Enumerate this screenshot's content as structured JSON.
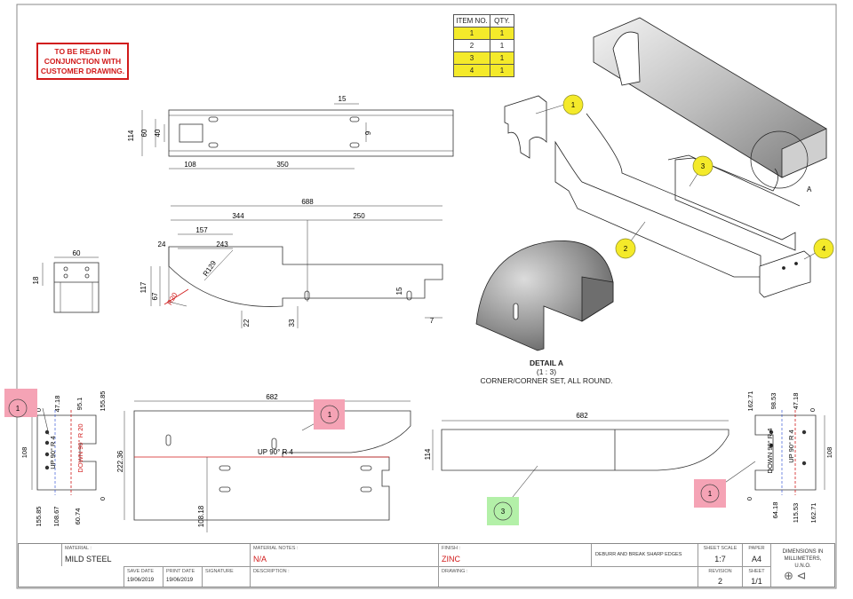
{
  "note": [
    "TO BE READ IN",
    "CONJUNCTION WITH",
    "CUSTOMER DRAWING."
  ],
  "bom": {
    "headers": [
      "ITEM NO.",
      "QTY."
    ],
    "rows": [
      [
        "1",
        "1"
      ],
      [
        "2",
        "1"
      ],
      [
        "3",
        "1"
      ],
      [
        "4",
        "1"
      ]
    ]
  },
  "balloons": {
    "b1": "1",
    "b2": "2",
    "b3": "3",
    "b4": "4"
  },
  "top_view": {
    "d114": "114",
    "d60": "60",
    "d40": "40",
    "d15": "15",
    "d9": "9",
    "d108": "108",
    "d350": "350"
  },
  "side_view": {
    "d688": "688",
    "d344": "344",
    "d250": "250",
    "d157": "157",
    "d243": "243",
    "d24": "24",
    "d117": "117",
    "d67": "67",
    "r129": "R129",
    "r20": "R20",
    "d22": "22",
    "d33": "33",
    "d15": "15",
    "d7": "7"
  },
  "end_view": {
    "d60": "60",
    "d18": "18"
  },
  "detail": {
    "title": "DETAIL A",
    "scale": "(1 : 3)",
    "note": "CORNER/CORNER SET, ALL ROUND.",
    "label": "A"
  },
  "flat1": {
    "d4718": "47.18",
    "d951": "95.1",
    "d15585": "155.85",
    "d0t": "0",
    "d108": "108",
    "up": "UP 90° R 4",
    "down": "DOWN 90° R 20",
    "d15585b": "155.85",
    "d10867": "108.67",
    "d6074": "60.74",
    "d0b": "0"
  },
  "flat2": {
    "d682": "682",
    "d22236": "222.36",
    "up": "UP 90° R 4",
    "d10818": "108.18"
  },
  "flat3": {
    "d682": "682",
    "d114": "114"
  },
  "flat4": {
    "d16271t": "162.71",
    "d9853": "98.53",
    "d4718": "47.18",
    "d0t": "0",
    "up": "UP 90° R 4",
    "down": "DOWN 90° R 4",
    "d108": "108",
    "d0b": "0",
    "d6418": "64.18",
    "d11553": "115.53",
    "d16271b": "162.71"
  },
  "title_block": {
    "material_lbl": "MATERIAL :",
    "material": "MILD STEEL",
    "mat_notes_lbl": "MATERIAL NOTES :",
    "mat_notes": "N/A",
    "finish_lbl": "FINISH :",
    "finish": "ZINC",
    "deburr": "DEBURR AND BREAK SHARP EDGES",
    "sheet_scale_lbl": "SHEET SCALE",
    "sheet_scale": "1:7",
    "paper_lbl": "PAPER",
    "paper": "A4",
    "dims_note": "DIMENSIONS IN MILLIMETERS, U.N.O.",
    "save_date_lbl": "SAVE DATE",
    "save_date": "19/06/2019",
    "print_date_lbl": "PRINT DATE",
    "print_date": "19/06/2019",
    "signature_lbl": "SIGNATURE",
    "description_lbl": "DESCRIPTION :",
    "drawing_lbl": "DRAWING :",
    "revision_lbl": "REVISION",
    "revision": "2",
    "sheet_lbl": "SHEET",
    "sheet": "1/1"
  }
}
